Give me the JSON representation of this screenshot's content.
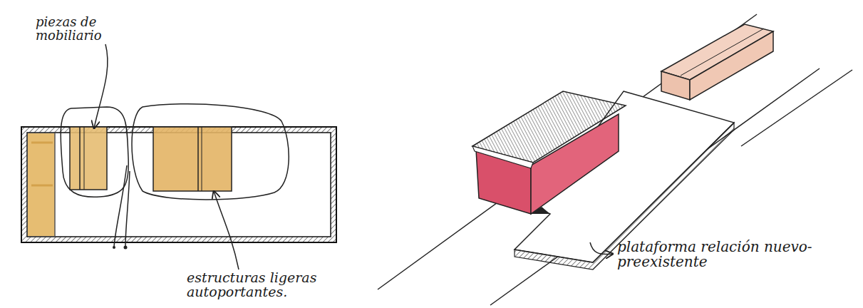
{
  "diagram": {
    "labels": [
      "piezas de mobiliario",
      "estructuras ligeras autoportantes.",
      "plataforma relación nuevo-preexistente"
    ]
  }
}
